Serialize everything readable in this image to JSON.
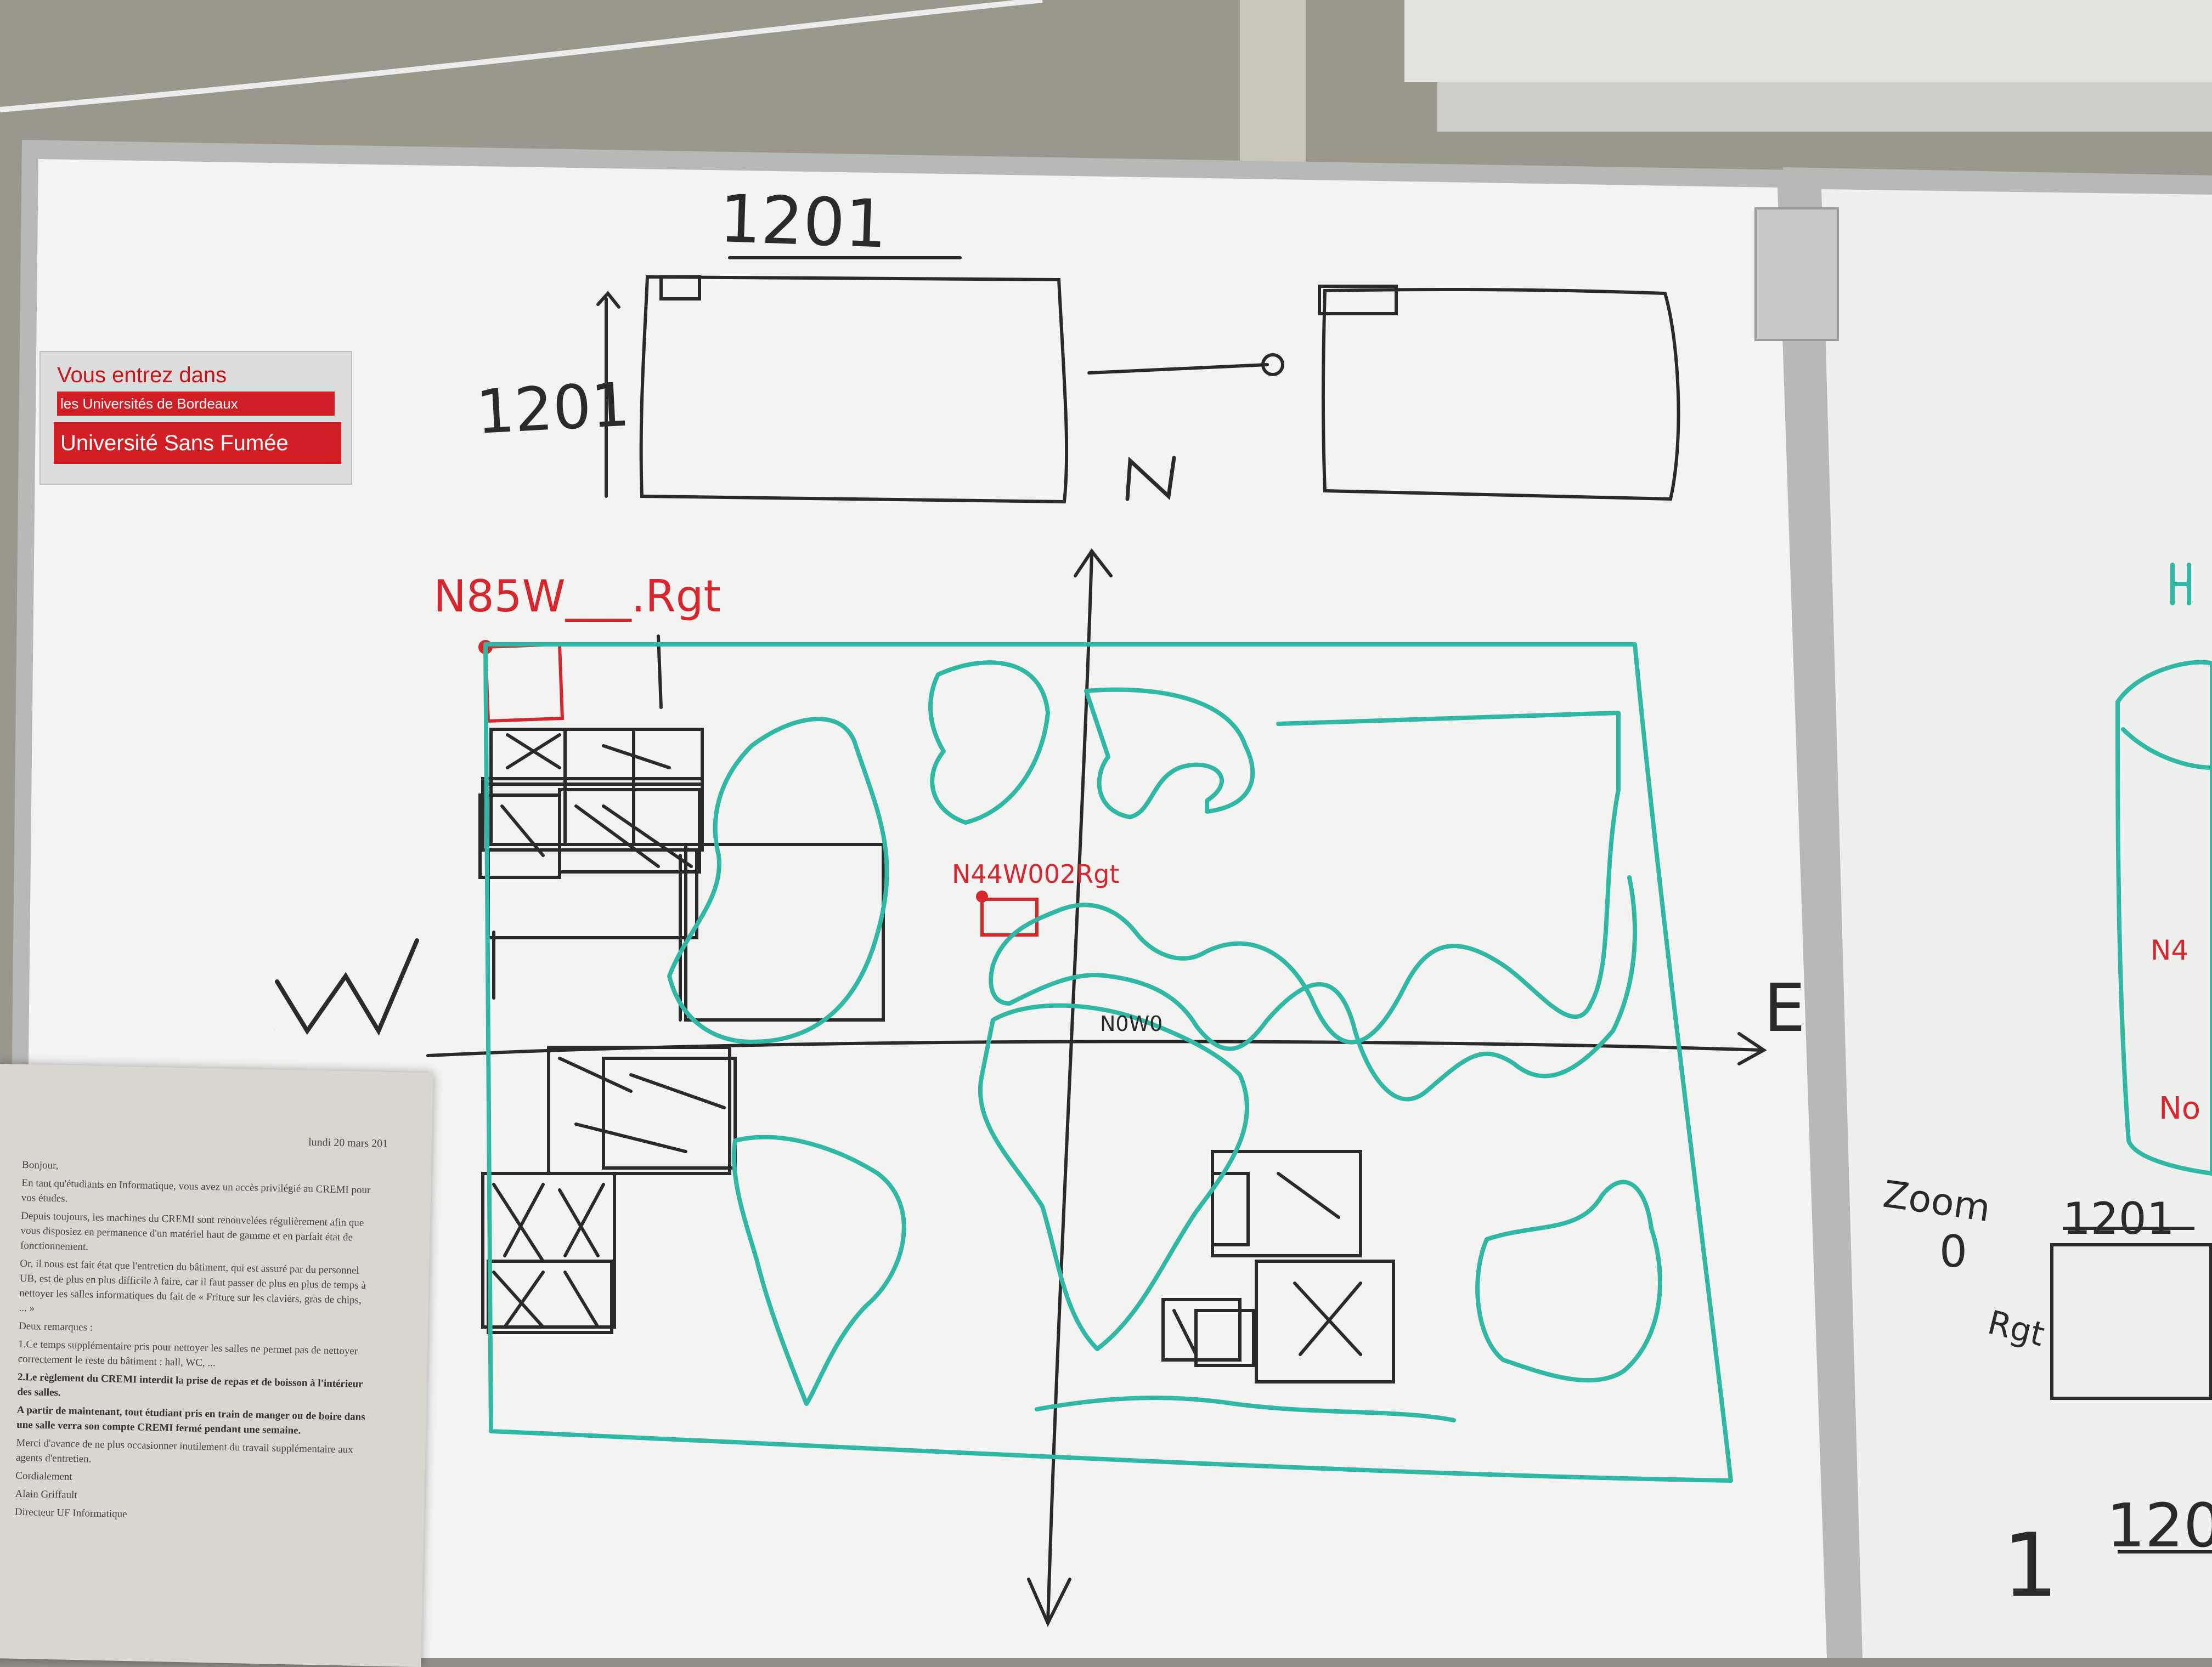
{
  "sticker": {
    "line1": "Vous entrez dans",
    "line2": "les Universités de Bordeaux",
    "line3": "Université Sans Fumée"
  },
  "board": {
    "top_dimension": "1201",
    "side_dimension": "1201",
    "north_top": "N",
    "red_tile_label": "N85W___.Rgt",
    "red_center_label": "N44W002Rgt",
    "origin_label": "N0W0",
    "axis_west": "W",
    "axis_east": "E",
    "right_zoom": "Zoom",
    "right_zoom_value": "0",
    "right_zoom_dim": "1201",
    "right_zoom_side": "Rgt",
    "right_bottom_num": "1",
    "right_bottom_dim": "120",
    "right_n4": "N4",
    "right_no": "No",
    "right_h": "H"
  },
  "notice": {
    "date": "lundi 20 mars 201",
    "paragraphs": [
      "Bonjour,",
      "En tant qu'étudiants en Informatique, vous avez un accès privilégié au CREMI pour vos études.",
      "Depuis toujours, les machines du CREMI sont renouvelées régulièrement afin que vous disposiez en permanence d'un matériel haut de gamme et en parfait état de fonctionnement.",
      "Or, il nous est fait état que l'entretien du bâtiment, qui est assuré par du personnel UB, est de plus en plus difficile à faire, car il faut passer de plus en plus de temps à nettoyer les salles informatiques du fait de « Friture sur les claviers, gras de chips, ... »",
      "Deux remarques :",
      "1.Ce temps supplémentaire pris pour nettoyer les salles ne permet pas de nettoyer correctement le reste du bâtiment : hall, WC, ...",
      "2.Le règlement du CREMI interdit la prise de repas et de boisson à l'intérieur des salles.",
      "A partir de maintenant, tout étudiant pris en train de manger ou de boire dans une salle verra son compte CREMI fermé pendant une semaine.",
      "Merci d'avance de ne plus occasionner inutilement du travail supplémentaire aux agents d'entretien.",
      "Cordialement",
      "Alain Griffault",
      "Directeur UF Informatique"
    ]
  },
  "colors": {
    "marker_black": "#2a2a2a",
    "marker_red": "#d8262e",
    "marker_teal": "#2fb8a4",
    "board": "#f3f4f2",
    "frame": "#b9bbb8"
  }
}
